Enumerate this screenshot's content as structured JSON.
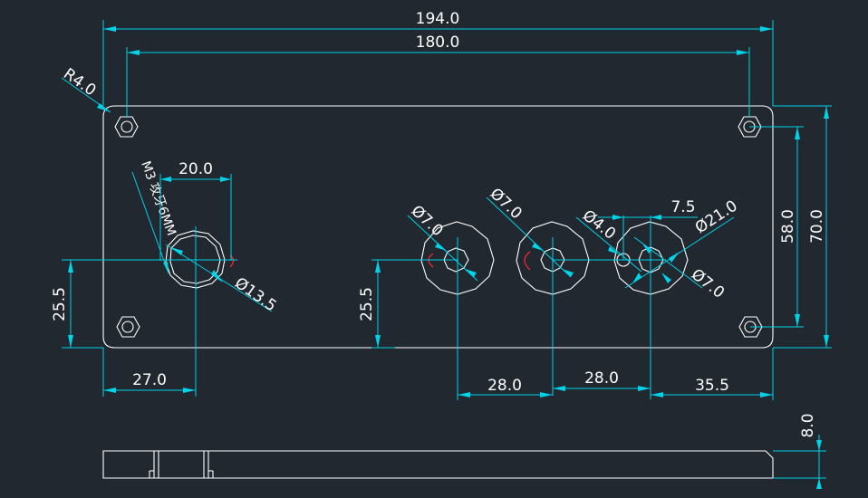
{
  "colors": {
    "background": "#212830",
    "outline": "#ffffff",
    "dimension": "#00d2e8",
    "thread_mark": "#ff2a2a"
  },
  "dims": {
    "overall_width": "194.0",
    "hole_spacing": "180.0",
    "corner_radius": "R4.0",
    "thread_note": "M3 攻牙6MM",
    "left_hole_offset": "20.0",
    "left_hole_dia": "Ø13.5",
    "left_hole_height": "25.5",
    "left_hole_x": "27.0",
    "mid_hole_height": "25.5",
    "hole1_dia": "Ø7.0",
    "hole2_dia": "Ø7.0",
    "small_hole_dia": "Ø4.0",
    "small_hole_offset": "7.5",
    "big_ring_dia": "Ø21.0",
    "center_hole_dia": "Ø7.0",
    "pitch_1": "28.0",
    "pitch_2": "28.0",
    "right_offset": "35.5",
    "mount_height": "58.0",
    "overall_height": "70.0",
    "thickness": "8.0"
  }
}
